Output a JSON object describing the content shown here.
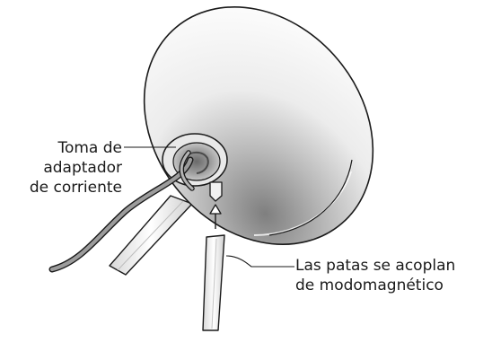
{
  "callouts": {
    "power_port": {
      "lines": [
        "Toma de",
        "adaptador",
        "de corriente"
      ]
    },
    "legs": {
      "lines": [
        "Las patas se acoplan",
        "de modomagnético"
      ]
    }
  },
  "colors": {
    "outline": "#1a1a1a",
    "shade_dark": "#9a9a9a",
    "shade_light": "#ffffff",
    "cable": "#9c9c9c"
  }
}
